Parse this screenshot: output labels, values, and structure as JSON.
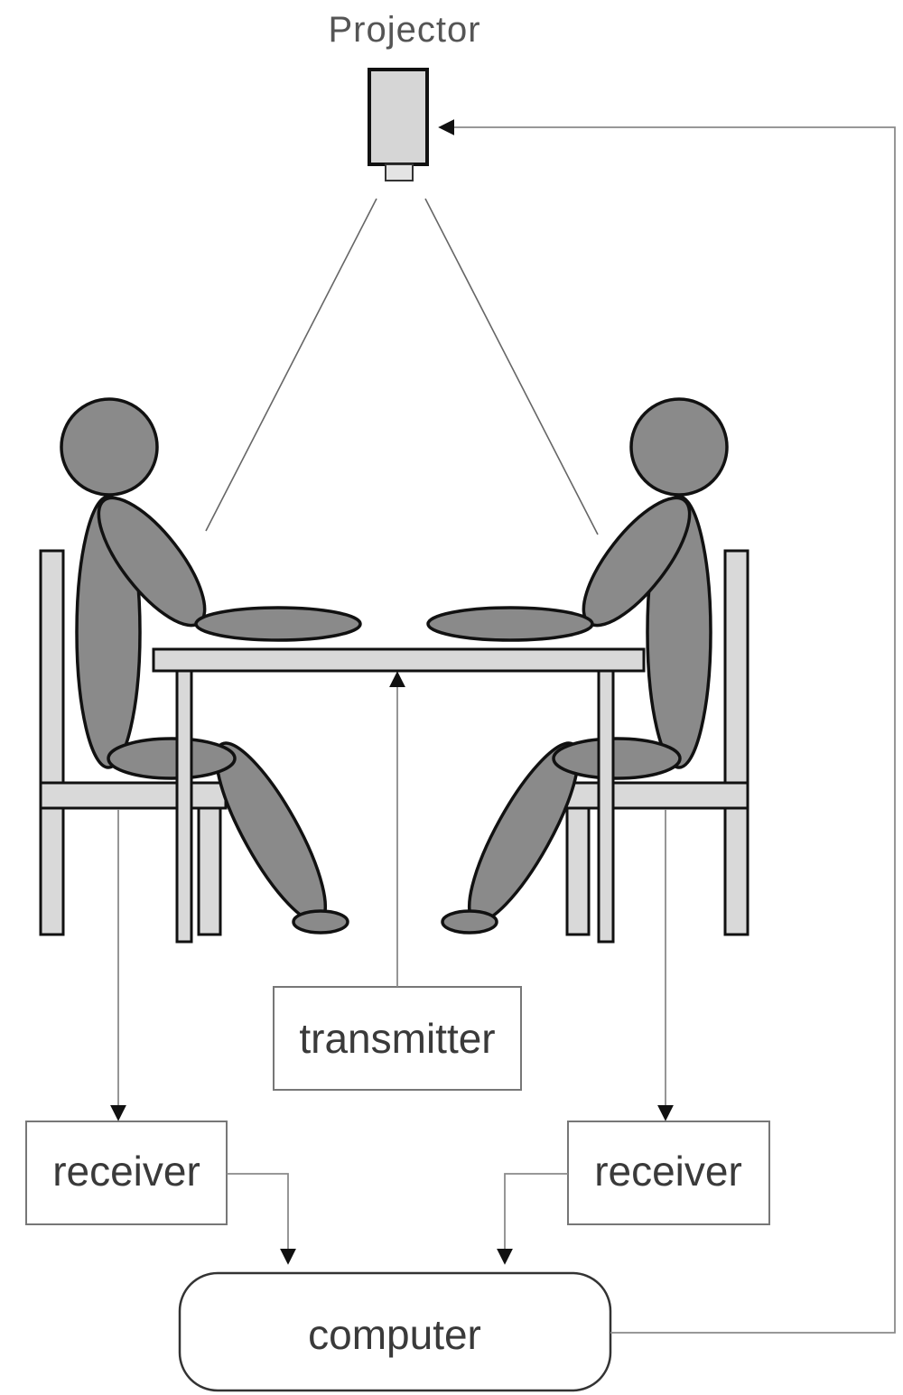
{
  "diagram": {
    "projector_label": "Projector",
    "transmitter_label": "transmitter",
    "receiver_left_label": "receiver",
    "receiver_right_label": "receiver",
    "computer_label": "computer"
  },
  "colors": {
    "figure_fill": "#8a8a8a",
    "furniture_fill": "#d9d9d9",
    "outline": "#111111",
    "connector": "#8a8a8a"
  }
}
